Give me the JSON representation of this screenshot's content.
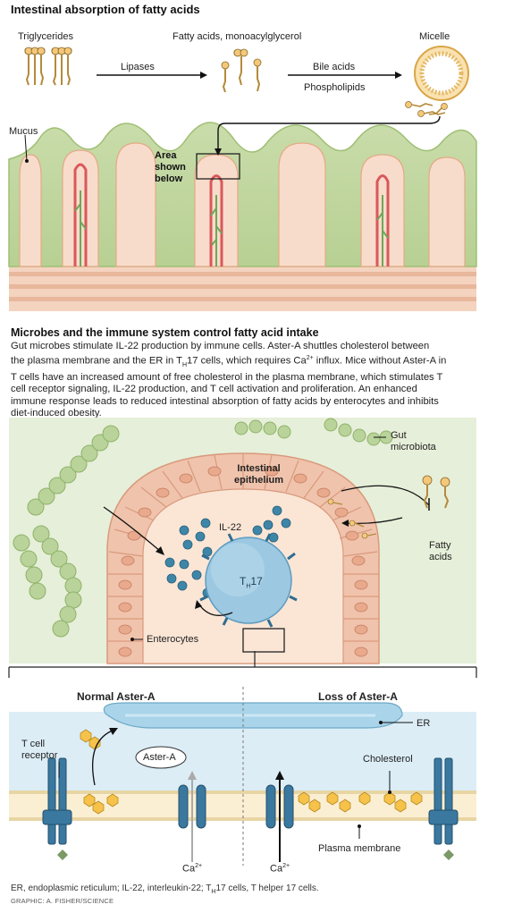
{
  "panel1": {
    "title": "Intestinal absorption of fatty acids",
    "triglycerides": "Triglycerides",
    "fatty_mono": "Fatty acids, monoacylglycerol",
    "micelle": "Micelle",
    "lipases": "Lipases",
    "bile_acids": "Bile acids",
    "phospholipids": "Phospholipids",
    "mucus": "Mucus",
    "area_line1": "Area",
    "area_line2": "shown",
    "area_line3": "below"
  },
  "panel2": {
    "title": "Microbes and the immune system control fatty acid intake",
    "para_l1": "Gut microbes stimulate IL-22 production by immune cells. Aster-A shuttles cholesterol between",
    "para_l2a": "the plasma membrane and the ER in T",
    "para_l2sub": "H",
    "para_l2b": "17 cells, which requires Ca",
    "para_l2sup": "2+",
    "para_l2c": " influx. Mice without Aster-A in",
    "para_l3": "T cells have an increased amount of free cholesterol in the plasma membrane, which stimulates T",
    "para_l4": "cell receptor signaling, IL-22 production, and T cell activation and proliferation. An enhanced",
    "para_l5": "immune response leads to reduced intestinal absorption of fatty acids by enterocytes and inhibits",
    "para_l6": "diet-induced obesity.",
    "gut_micro_1": "Gut",
    "gut_micro_2": "microbiota",
    "intestinal_1": "Intestinal",
    "intestinal_2": "epithelium",
    "il22": "IL-22",
    "th17_t": "T",
    "th17_sub": "H",
    "th17_17": "17",
    "fatty_1": "Fatty",
    "fatty_2": "acids",
    "enterocytes": "Enterocytes"
  },
  "panel3": {
    "normal": "Normal Aster-A",
    "loss": "Loss of Aster-A",
    "er": "ER",
    "tcell_1": "T cell",
    "tcell_2": "receptor",
    "aster_a": "Aster-A",
    "cholesterol": "Cholesterol",
    "plasma": "Plasma membrane",
    "ca_left": "Ca",
    "ca_right": "Ca",
    "ca_sup": "2+"
  },
  "footer": {
    "abbrev_a": "ER, endoplasmic reticulum; IL-22, interleukin-22; T",
    "abbrev_sub": "H",
    "abbrev_b": "17 cells, T helper 17 cells.",
    "credit": "GRAPHIC: A. FISHER/SCIENCE"
  },
  "colors": {
    "villus_green": "#b9d39a",
    "tissue_pink": "#f7d8c4",
    "vessel_red": "#d9585b",
    "lacteal_green": "#6da85a",
    "micelle_orange": "#f2c46d",
    "il22_blue": "#3e86a8",
    "th17_blue": "#9cc8e2",
    "er_blue": "#a9d4ea",
    "channel_blue": "#3a78a0",
    "cholesterol_yellow": "#f6c24a"
  }
}
